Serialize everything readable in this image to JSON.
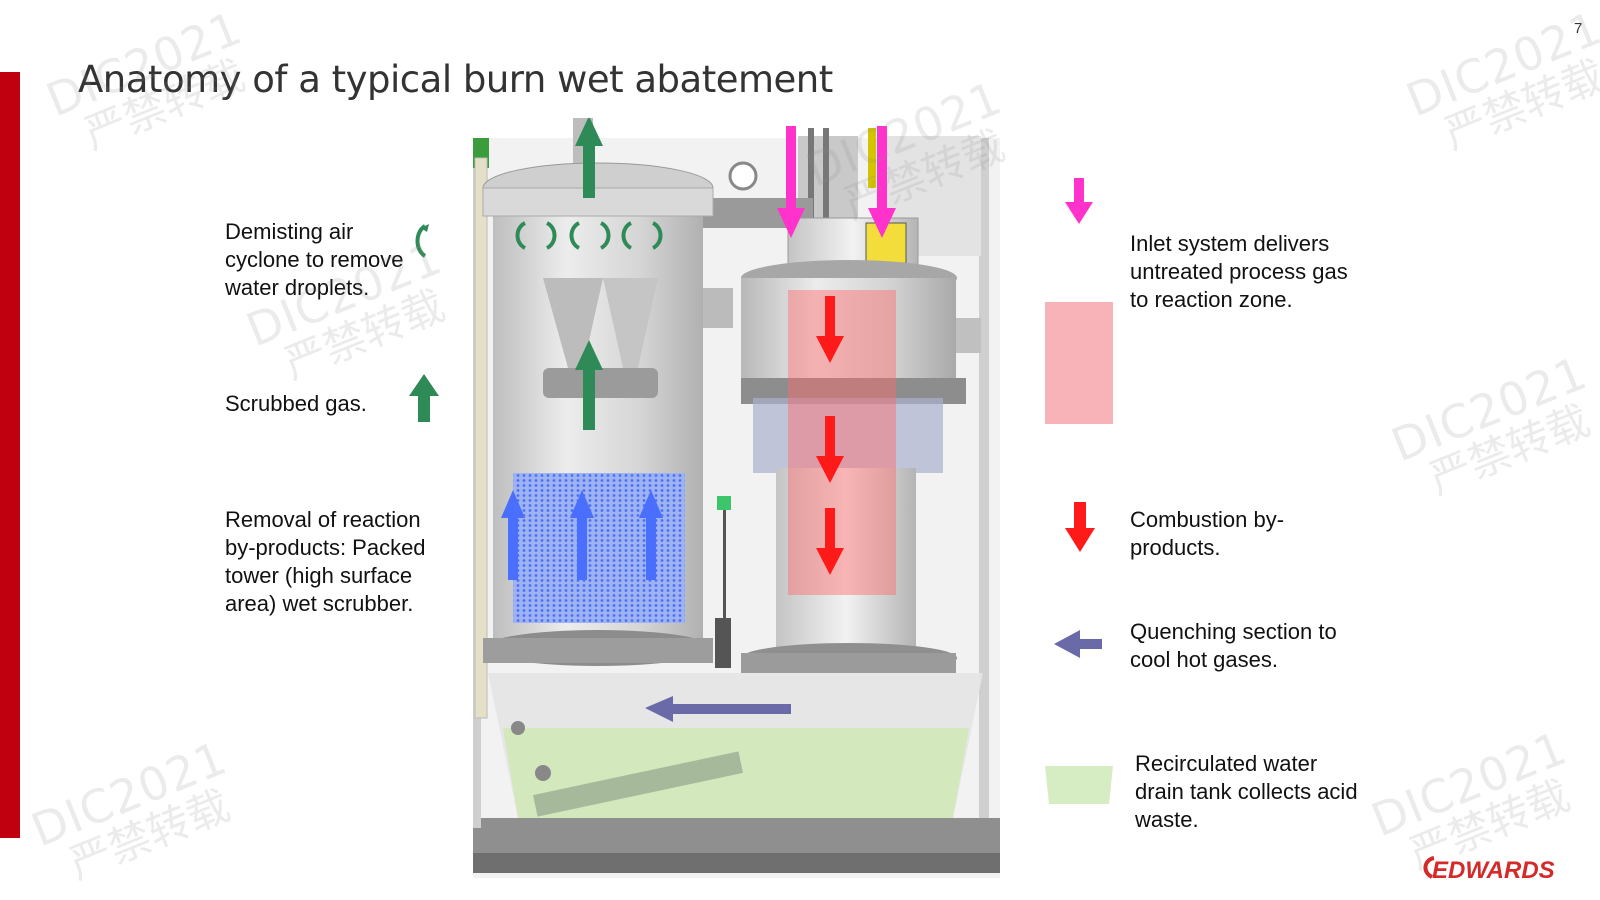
{
  "slide": {
    "title": "Anatomy of a typical burn wet abatement",
    "page_number": "7",
    "accent_color": "#c0000e"
  },
  "labels": {
    "demisting": "Demisting air cyclone to remove water droplets.",
    "scrubbed_gas": "Scrubbed gas.",
    "removal": "Removal of reaction by-products: Packed tower (high surface area) wet scrubber.",
    "inlet": "Inlet system delivers untreated process gas to reaction zone.",
    "combustion": "Combustion by-products.",
    "quenching": "Quenching section to cool hot gases.",
    "recirculated": "Recirculated water drain tank collects acid waste."
  },
  "legend_colors": {
    "scrubbed_gas_arrow": "#2e8b57",
    "inlet_arrow": "#ff33cc",
    "reaction_zone": "#f7b3b8",
    "combustion_arrow": "#ff1a1a",
    "quench_arrow": "#6a6aa8",
    "drain_tank": "#d6ecc2",
    "packed_tower": "#4a6fff"
  },
  "watermark": {
    "line1": "DIC2021",
    "line2": "严禁转载"
  },
  "logo": {
    "text": "EDWARDS",
    "color": "#d42a2a"
  }
}
